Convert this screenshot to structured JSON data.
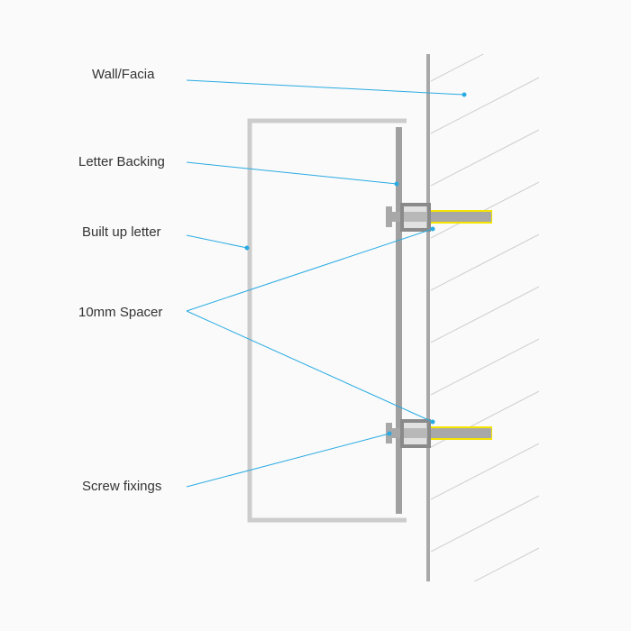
{
  "labels": {
    "wall": "Wall/Facia",
    "backing": "Letter Backing",
    "letter": "Built up letter",
    "spacer": "10mm Spacer",
    "screws": "Screw fixings"
  },
  "colors": {
    "leader": "#29abe2",
    "frame": "#cccccc",
    "backing": "#a0a0a0",
    "wall": "#a8a8a8",
    "highlight": "#f5e400",
    "spacer": "#8a8a8a"
  }
}
